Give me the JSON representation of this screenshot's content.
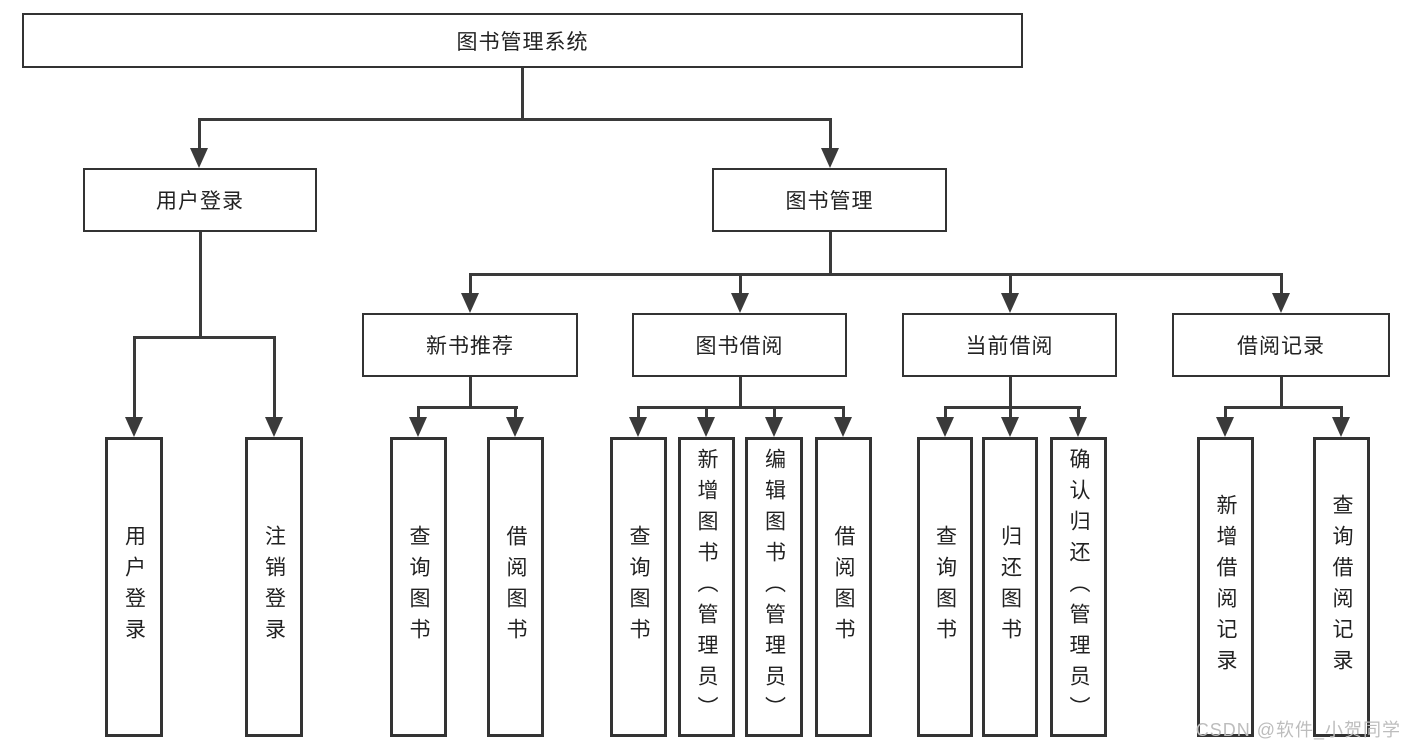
{
  "diagram": {
    "title": "图书管理系统",
    "root": {
      "label": "图书管理系统"
    },
    "level2": [
      {
        "label": "用户登录"
      },
      {
        "label": "图书管理"
      }
    ],
    "level3": [
      {
        "label": "新书推荐"
      },
      {
        "label": "图书借阅"
      },
      {
        "label": "当前借阅"
      },
      {
        "label": "借阅记录"
      }
    ],
    "leaves": {
      "user_login": [
        "用户登录",
        "注销登录"
      ],
      "new_book": [
        "查询图书",
        "借阅图书"
      ],
      "book_borrow": [
        "查询图书",
        "新增图书（管理员）",
        "编辑图书（管理员）",
        "借阅图书"
      ],
      "current_borrow": [
        "查询图书",
        "归还图书",
        "确认归还（管理员）"
      ],
      "borrow_record": [
        "新增借阅记录",
        "查询借阅记录"
      ]
    },
    "colors": {
      "line": "#3a3a3a",
      "box_border": "#333333",
      "text": "#222222",
      "background": "#ffffff"
    }
  },
  "watermark": {
    "text": "CSDN @软件_小贺同学",
    "color": "#bdbdbd"
  }
}
